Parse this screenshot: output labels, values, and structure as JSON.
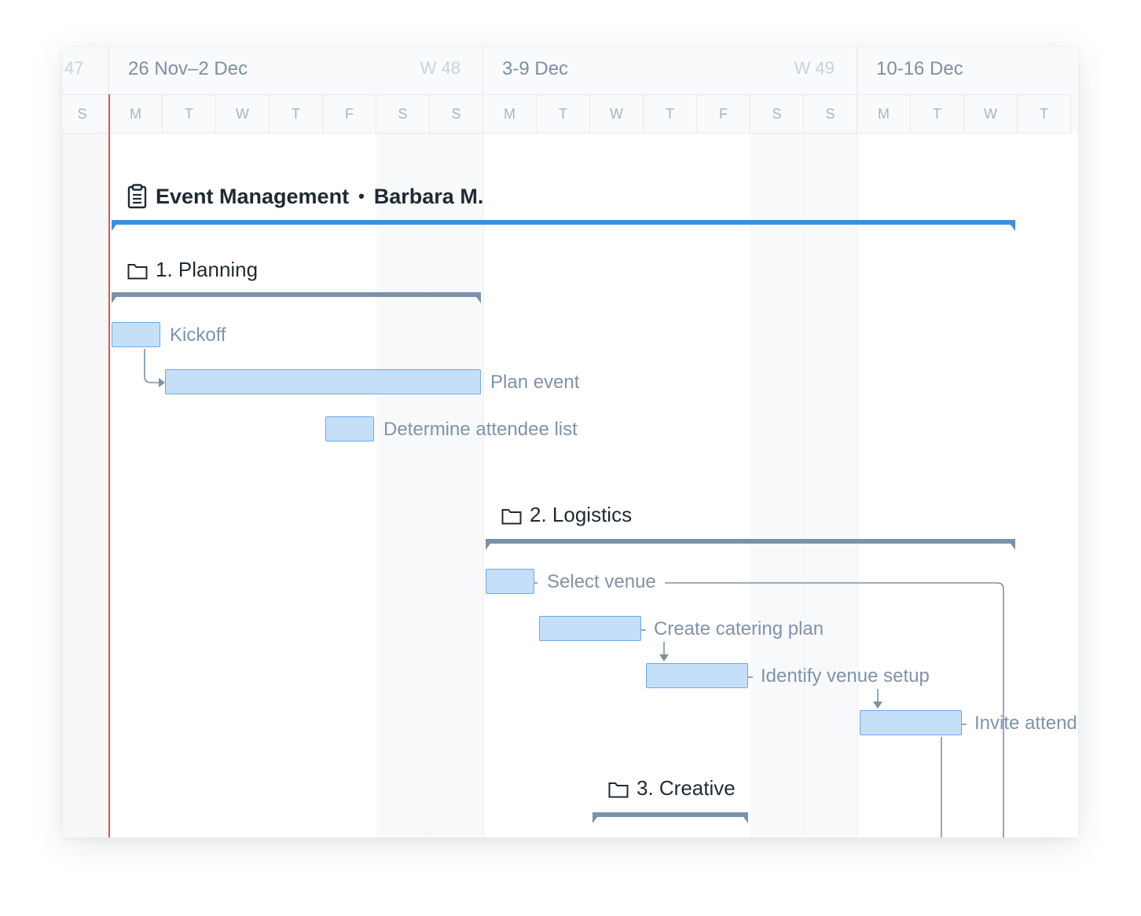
{
  "weeks": [
    {
      "num": "47"
    },
    {
      "range": "26 Nov–2 Dec",
      "num": "W 48"
    },
    {
      "range": "3-9 Dec",
      "num": "W 49"
    },
    {
      "range": "10-16 Dec"
    }
  ],
  "days": [
    "S",
    "M",
    "T",
    "W",
    "T",
    "F",
    "S",
    "S",
    "M",
    "T",
    "W",
    "T",
    "F",
    "S",
    "S",
    "M",
    "T",
    "W",
    "T"
  ],
  "project": {
    "name": "Event Management",
    "separator": "•",
    "owner": "Barbara M.",
    "icon": "clipboard-icon"
  },
  "groups": [
    {
      "name": "1. Planning",
      "icon": "folder-icon"
    },
    {
      "name": "2. Logistics",
      "icon": "folder-icon"
    },
    {
      "name": "3. Creative",
      "icon": "folder-icon"
    }
  ],
  "tasks": [
    {
      "label": "Kickoff"
    },
    {
      "label": "Plan event"
    },
    {
      "label": "Determine attendee list"
    },
    {
      "label": "Select venue"
    },
    {
      "label": "Create catering plan"
    },
    {
      "label": "Identify venue setup"
    },
    {
      "label": "Invite attendees"
    }
  ],
  "colors": {
    "project_bar": "#3b8fe2",
    "group_bar": "#7a92ab",
    "task_fill": "#c5dff9",
    "task_border": "#6aa9ea",
    "today_line": "#e8534a",
    "connector": "#7a92ab"
  }
}
